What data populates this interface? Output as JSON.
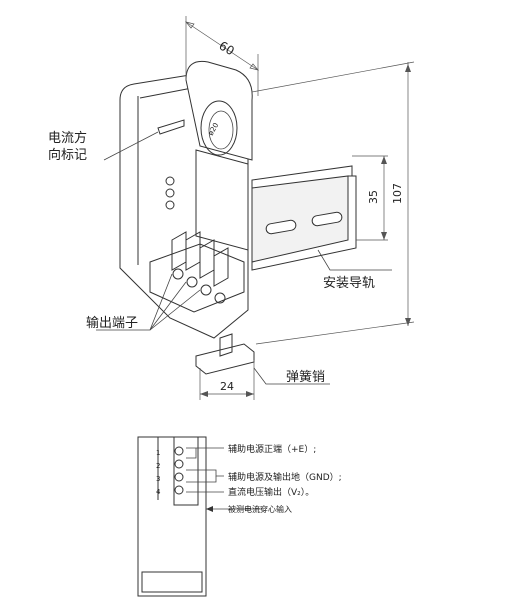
{
  "top_view": {
    "dim_width": "60",
    "dim_hole": "ø20",
    "dim_rail_height": "35",
    "dim_total_height": "107",
    "dim_bottom_width": "24",
    "label_current_direction_line1": "电流方",
    "label_current_direction_line2": "向标记",
    "label_rail": "安装导轨",
    "label_output_terminal": "输出端子",
    "label_spring_pin": "弹簧销"
  },
  "bottom_view": {
    "terminal_numbers": [
      "1",
      "2",
      "3",
      "4"
    ],
    "label_aux_power_positive": "辅助电源正端（+E）;",
    "label_aux_power_ground": "辅助电源及输出地（GND）;",
    "label_dc_voltage_output": "直流电压输出（V₂）。",
    "label_measured_current": "被测电流穿心输入"
  }
}
